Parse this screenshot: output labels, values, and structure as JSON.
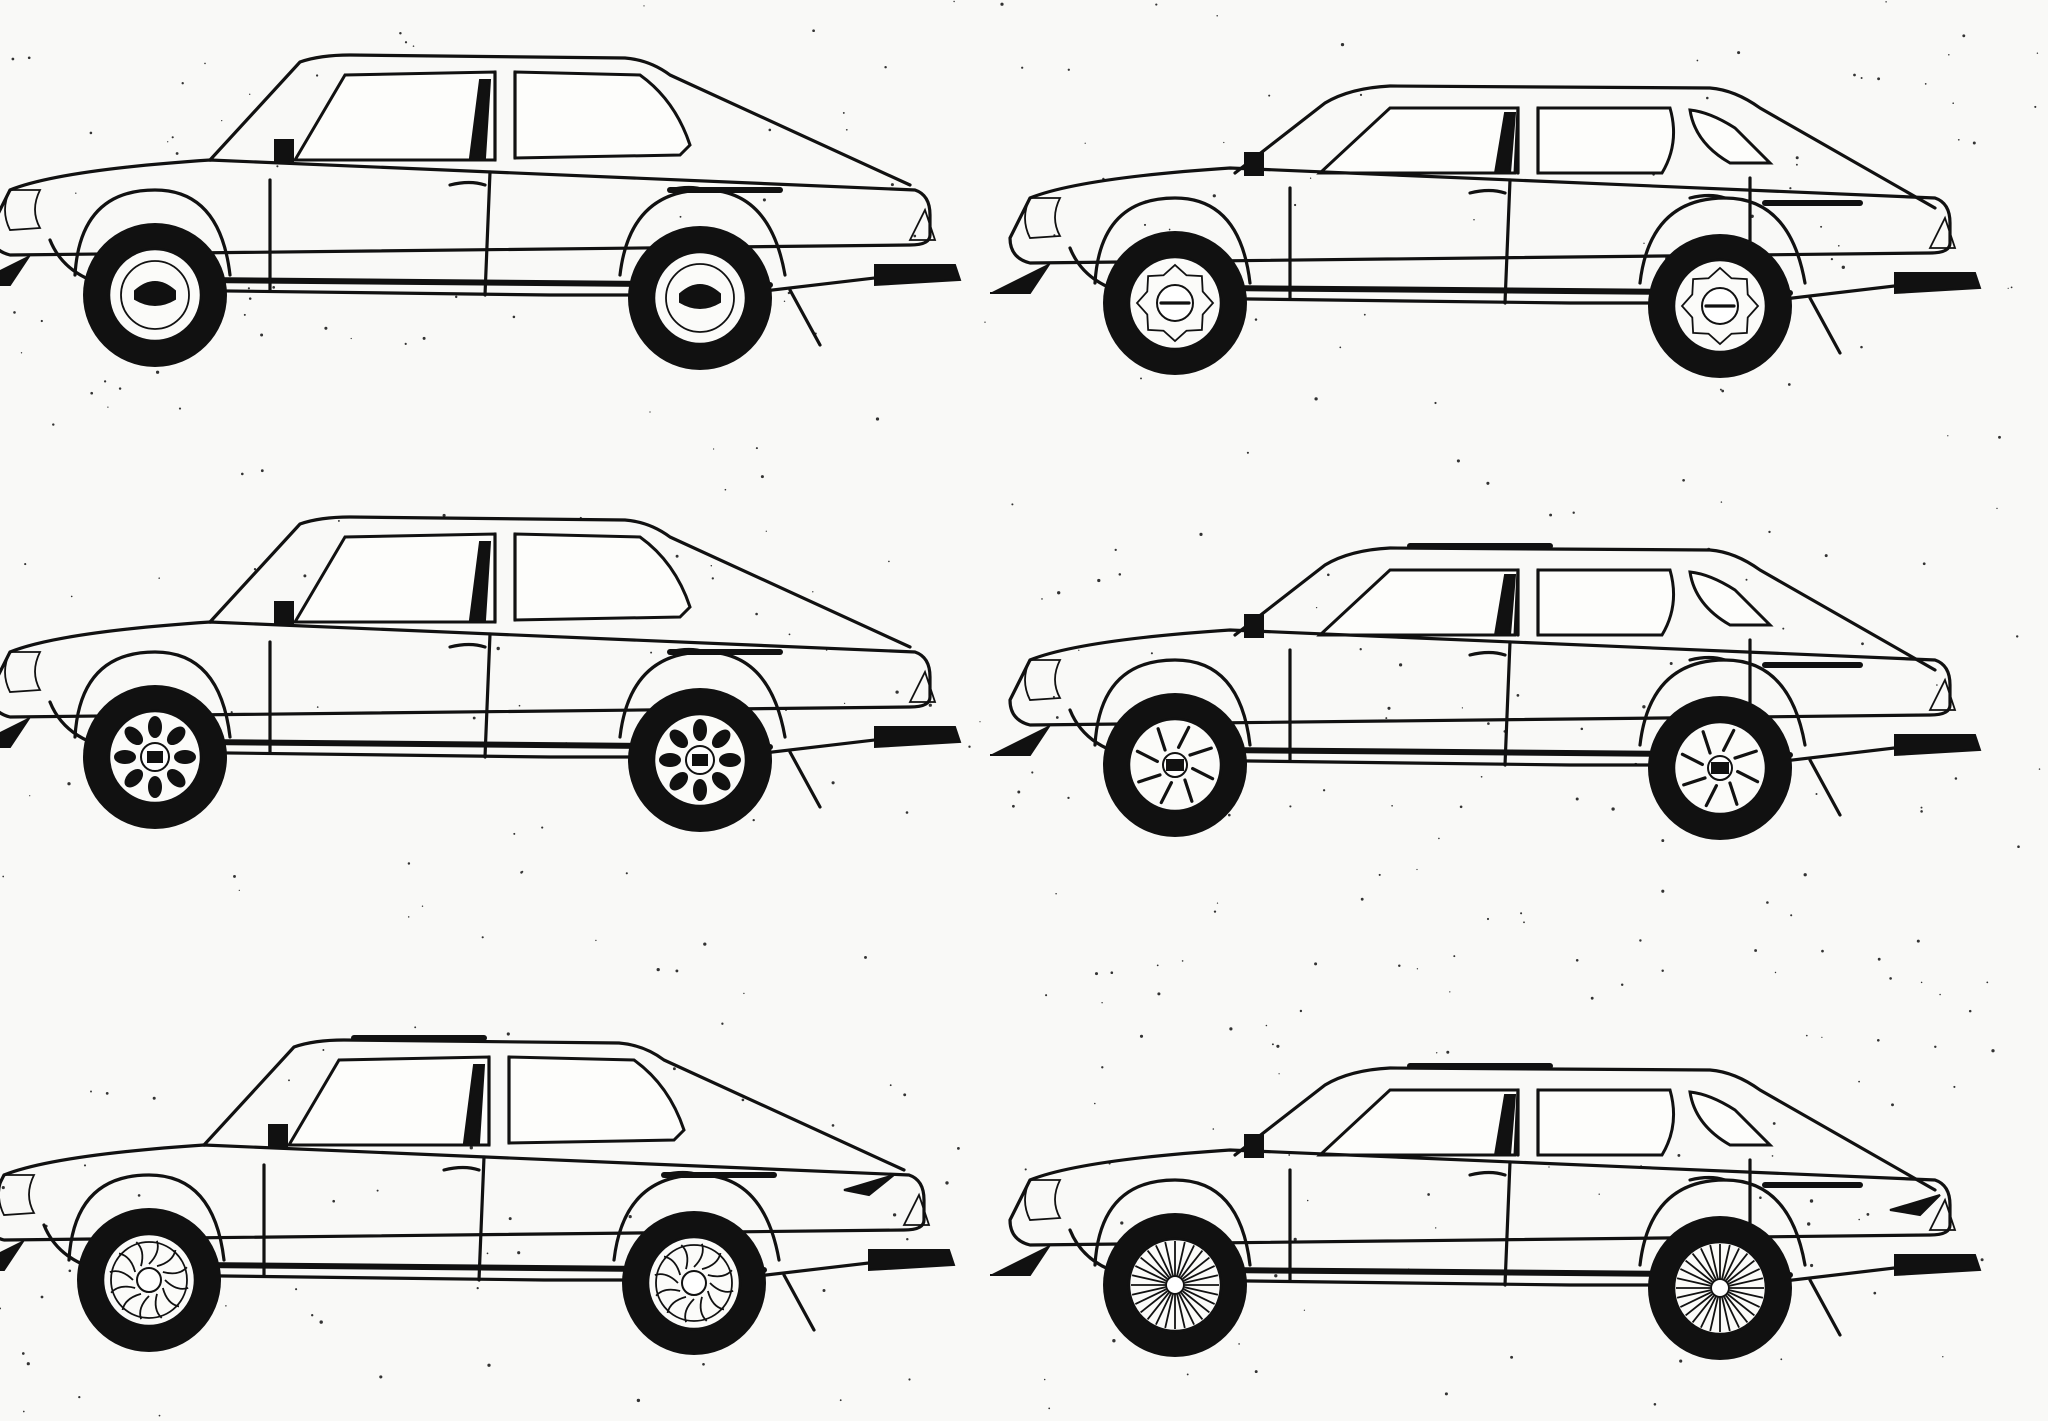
{
  "sheet": {
    "background": "#f9f9f7",
    "ink": "#111111"
  },
  "cars": [
    {
      "row": 1,
      "column": 1,
      "body": "3-door",
      "wheel": "plain-hubcap"
    },
    {
      "row": 1,
      "column": 2,
      "body": "5-door",
      "wheel": "petal-hubcap"
    },
    {
      "row": 2,
      "column": 1,
      "body": "3-door",
      "wheel": "slotted-alloy"
    },
    {
      "row": 2,
      "column": 2,
      "body": "5-door",
      "wheel": "spoke-hubcap",
      "sunroof": true
    },
    {
      "row": 3,
      "column": 1,
      "body": "3-door",
      "wheel": "turbine-alloy",
      "sunroof": true,
      "spoiler": true
    },
    {
      "row": 3,
      "column": 2,
      "body": "5-door",
      "wheel": "multi-spoke",
      "sunroof": true,
      "spoiler": true
    }
  ]
}
